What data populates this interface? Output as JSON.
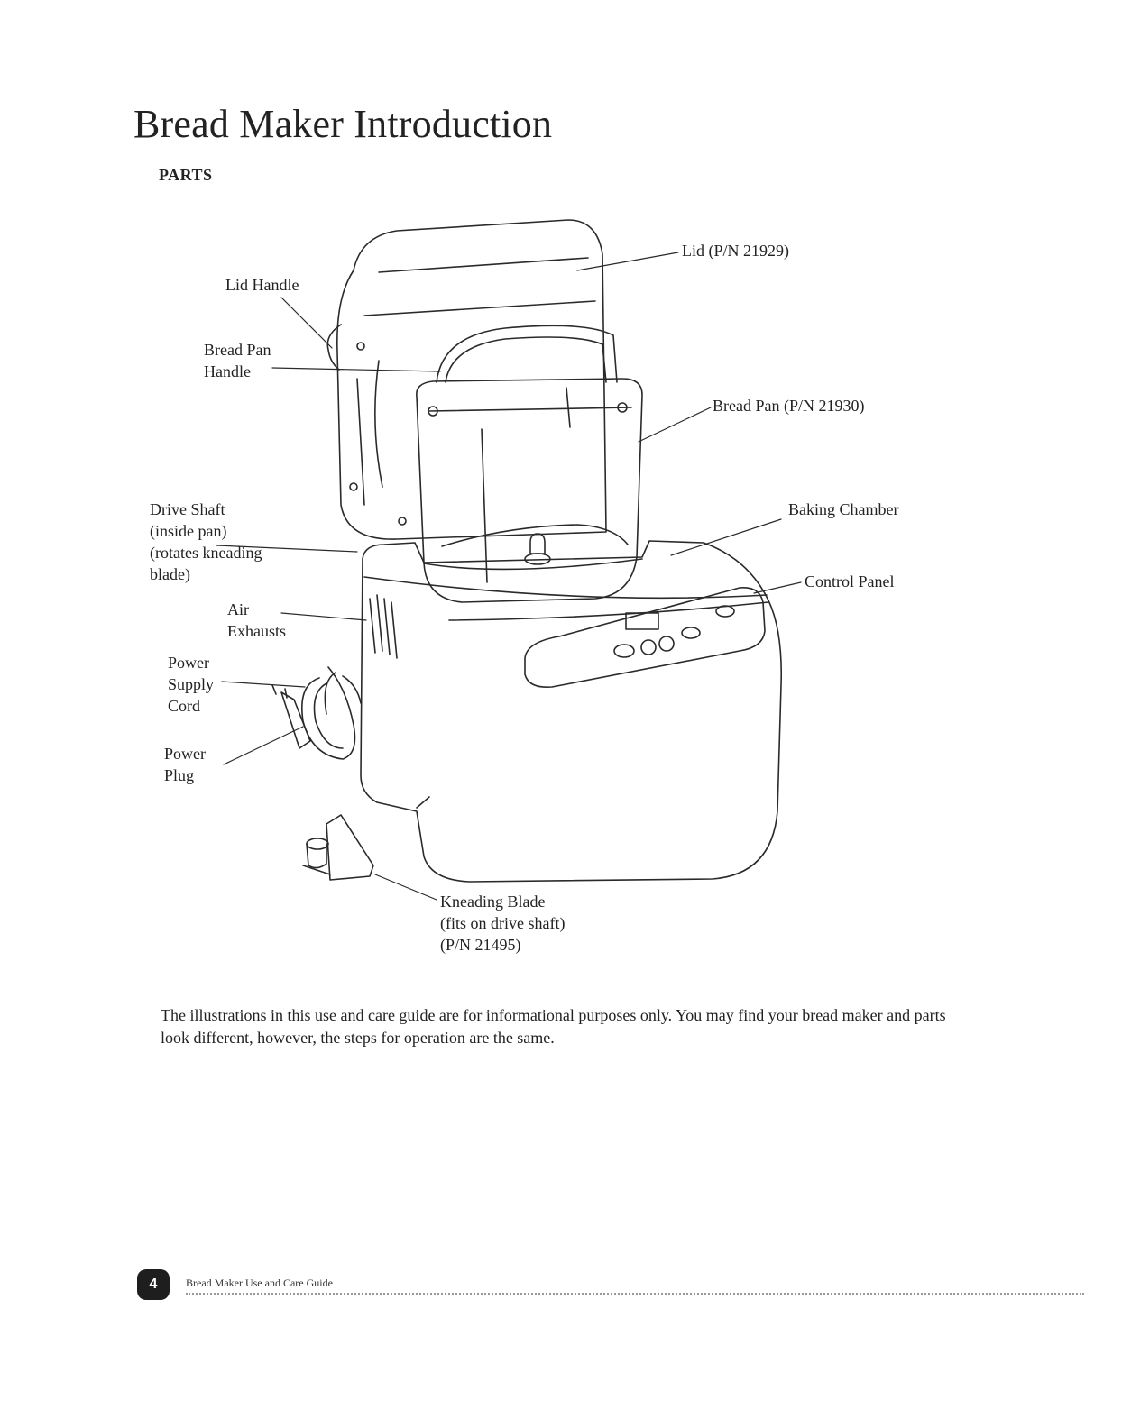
{
  "page": {
    "title": "Bread Maker Introduction",
    "section_heading": "PARTS"
  },
  "diagram": {
    "labels": {
      "lid": "Lid (P/N 21929)",
      "lid_handle": "Lid Handle",
      "bread_pan_handle": "Bread Pan\nHandle",
      "bread_pan": "Bread Pan (P/N 21930)",
      "drive_shaft": "Drive Shaft\n(inside pan)\n(rotates kneading\nblade)",
      "baking_chamber": "Baking Chamber",
      "control_panel": "Control Panel",
      "air_exhausts": "Air\nExhausts",
      "power_supply_cord": "Power\nSupply\nCord",
      "power_plug": "Power\nPlug",
      "kneading_blade": "Kneading Blade\n(fits on drive shaft)\n(P/N 21495)"
    }
  },
  "note": "The illustrations in this use and care guide are for informational purposes only. You may find your bread maker and parts look different, however, the steps for operation are the same.",
  "footer": {
    "page_number": "4",
    "guide_title": "Bread Maker Use and Care Guide"
  }
}
